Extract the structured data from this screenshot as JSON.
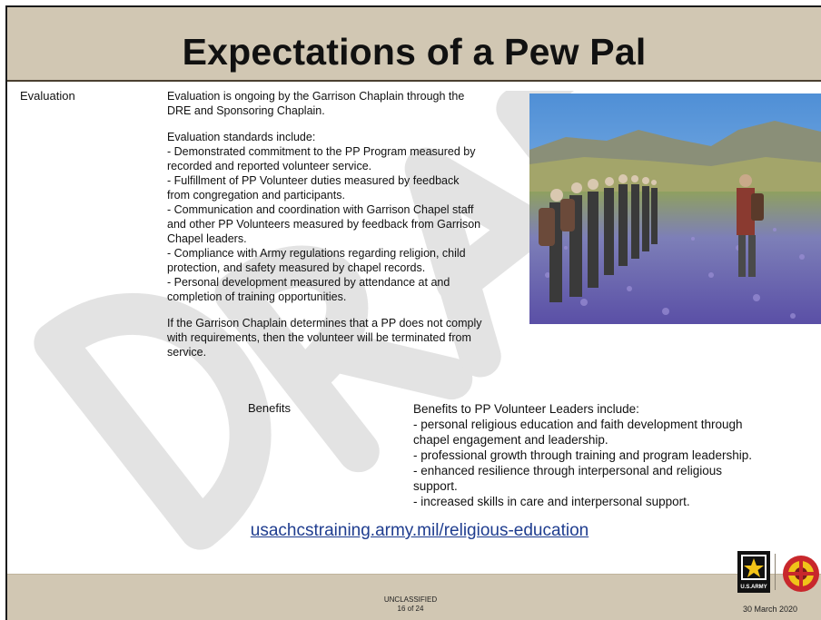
{
  "slide": {
    "title": "Expectations of a Pew Pal",
    "watermark_text": "DRAFT"
  },
  "evaluation": {
    "label": "Evaluation",
    "intro_lines": [
      "Evaluation is ongoing by the Garrison Chaplain through the",
      "DRE and Sponsoring Chaplain."
    ],
    "standards_lines": [
      "Evaluation standards include:",
      "- Demonstrated commitment to the PP Program measured by",
      "recorded and reported volunteer service.",
      "- Fulfillment of PP Volunteer duties measured by feedback",
      "from congregation and participants.",
      "- Communication and coordination with Garrison Chapel staff",
      "and other PP Volunteers measured by feedback from Garrison",
      "Chapel leaders.",
      "- Compliance with Army regulations regarding religion, child",
      "protection, and safety measured by chapel records.",
      "- Personal development measured by attendance at and",
      "completion of training opportunities."
    ],
    "closing_lines": [
      "If the Garrison Chaplain determines that a PP does not comply",
      "with requirements, then the volunteer will be terminated from",
      "service."
    ]
  },
  "benefits": {
    "label": "Benefits",
    "lines": [
      "Benefits to PP Volunteer Leaders include:",
      "- personal religious education and faith development through",
      "chapel engagement and leadership.",
      "- professional growth through training and program leadership.",
      "- enhanced resilience through interpersonal and religious",
      "support.",
      "- increased skills in care and interpersonal support."
    ]
  },
  "link": {
    "text": "usachcstraining.army.mil/religious-education"
  },
  "footer": {
    "classification": "UNCLASSIFIED",
    "page_indicator": "16 of 24",
    "date": "30 March 2020",
    "army_logo_text": "U.S.ARMY"
  },
  "colors": {
    "title_bar": "#d1c7b3",
    "link": "#1f3d8f",
    "watermark": "#e4e4e4"
  }
}
